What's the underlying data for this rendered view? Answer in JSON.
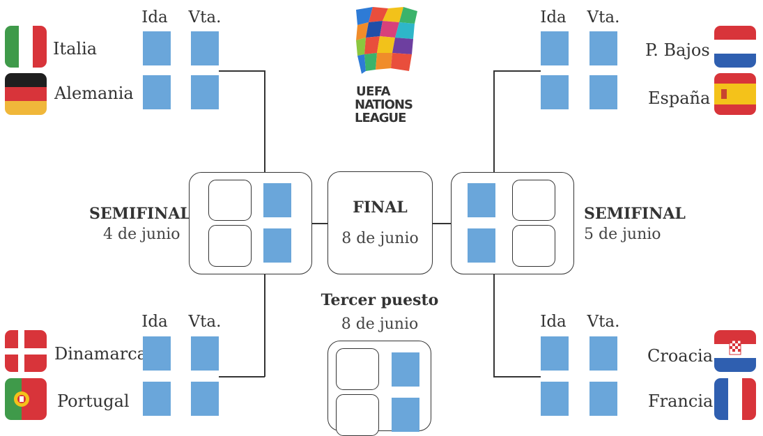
{
  "logo": {
    "line1": "UEFA",
    "line2": "NATIONS",
    "line3": "LEAGUE"
  },
  "leg_headers": {
    "first": "Ida",
    "second": "Vta."
  },
  "teams": {
    "italia": "Italia",
    "alemania": "Alemania",
    "p_bajos": "P. Bajos",
    "espana": "España",
    "dinamarca": "Dinamarca",
    "portugal": "Portugal",
    "croacia": "Croacia",
    "francia": "Francia"
  },
  "semifinal_left": {
    "title": "SEMIFINAL",
    "date": "4 de junio"
  },
  "semifinal_right": {
    "title": "SEMIFINAL",
    "date": "5 de junio"
  },
  "final": {
    "title": "FINAL",
    "date": "8 de junio"
  },
  "third_place": {
    "title": "Tercer puesto",
    "date": "8 de junio"
  },
  "colors": {
    "score_fill": "#6aa6da",
    "line": "#333333"
  }
}
